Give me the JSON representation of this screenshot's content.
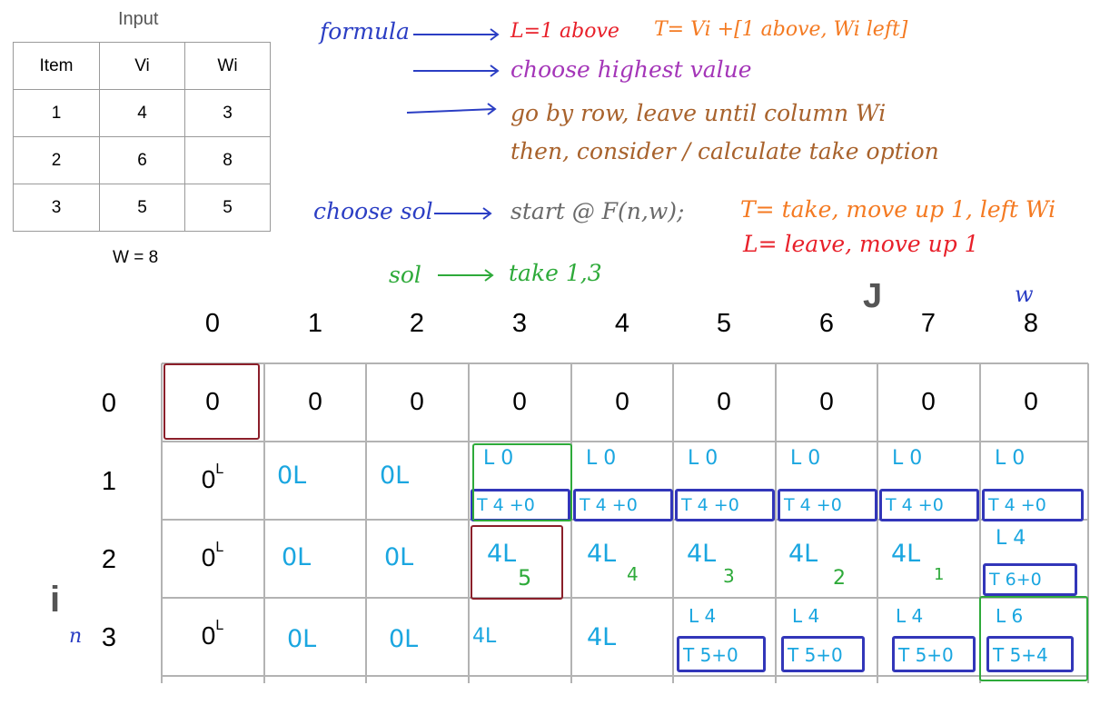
{
  "input": {
    "title": "Input",
    "headers": [
      "Item",
      "Vi",
      "Wi"
    ],
    "rows": [
      [
        "1",
        "4",
        "3"
      ],
      [
        "2",
        "6",
        "8"
      ],
      [
        "3",
        "5",
        "5"
      ]
    ],
    "capacity": "W = 8"
  },
  "notes": {
    "formula_label": "formula",
    "formula_leave": "L=1 above",
    "formula_take": "T= Vi +[1 above, Wi left]",
    "choose_highest": "choose highest value",
    "go_by_row": "go by row, leave until column Wi",
    "then_consider": "then, consider / calculate take option",
    "choose_sol_label": "choose sol",
    "start_at": "start @ F(n,w);",
    "take_rule": "T= take, move up 1, left Wi",
    "leave_rule": "L= leave, move up 1",
    "sol_label": "sol",
    "sol_value": "take 1,3"
  },
  "grid": {
    "j_label": "J",
    "w_label": "w",
    "i_label": "i",
    "n_label": "n",
    "columns": [
      "0",
      "1",
      "2",
      "3",
      "4",
      "5",
      "6",
      "7",
      "8"
    ],
    "rows": [
      "0",
      "1",
      "2",
      "3"
    ],
    "row0": [
      "0",
      "0",
      "0",
      "0",
      "0",
      "0",
      "0",
      "0",
      "0"
    ],
    "base_value": "0",
    "base_sup": "L",
    "row1_leave": [
      "0L",
      "0L"
    ],
    "row1_calc": {
      "leave": "L 0",
      "take": "T 4 +0"
    },
    "row2_leave": [
      "0L",
      "0L",
      "4L",
      "4L",
      "4L",
      "4L",
      "4L"
    ],
    "row2_small": [
      "5",
      "4",
      "3",
      "2",
      "1"
    ],
    "row2_last": {
      "leave": "L 4",
      "take": "T 6+0"
    },
    "row3_leave": [
      "0L",
      "0L",
      "4L",
      "4L"
    ],
    "row3_calc": {
      "leave": "L 4",
      "take": "T 5+0"
    },
    "row3_last": {
      "leave": "L 6",
      "take": "T 5+4"
    }
  }
}
